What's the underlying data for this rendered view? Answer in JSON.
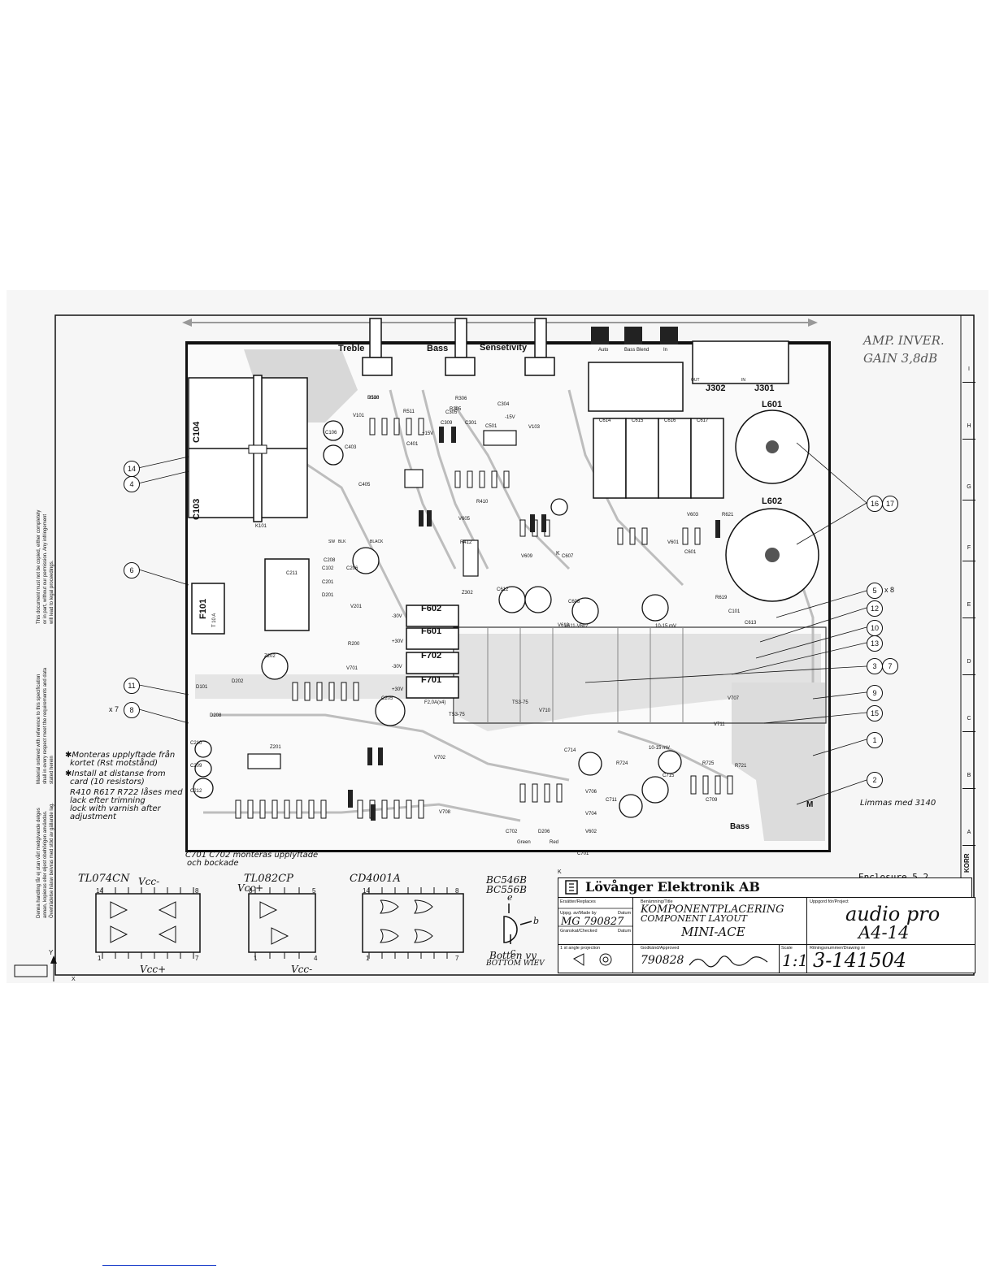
{
  "knobs": {
    "treble": "Treble",
    "bass": "Bass",
    "sensitivity": "Sensetivity",
    "switch_auto": "Auto",
    "switch_bass_blend": "Bass Blend",
    "switch_in": "In"
  },
  "jacks": {
    "j302": "J302",
    "j301": "J301",
    "out": "OUT",
    "in": "IN"
  },
  "coils": {
    "l601": "L601",
    "l602": "L602"
  },
  "capacitors_large": {
    "c104": "C104",
    "c103": "C103",
    "c614": "C614",
    "c615": "C615",
    "c616": "C616",
    "c617": "C617"
  },
  "fuses": {
    "f602": "F602",
    "f601": "F601",
    "f702": "F702",
    "f701": "F701",
    "f101": "F101",
    "fuse_rating": "T 10 A",
    "f2": "F2,0A(x4)"
  },
  "heatsink": {
    "ts1": "TS3-75",
    "ts2": "TS3-75"
  },
  "pcb_labels": [
    "R510",
    "R511",
    "R305",
    "R306",
    "C304",
    "C305",
    "C309",
    "C301",
    "C501",
    "V103",
    "V101",
    "C106",
    "C403",
    "C401",
    "C405",
    "R410",
    "R412",
    "Z302",
    "V605",
    "V609",
    "C607",
    "C612",
    "C608",
    "V611-V607",
    "V610",
    "C613",
    "V710",
    "V707",
    "V711",
    "C714",
    "R724",
    "R725",
    "R721",
    "C715",
    "C709",
    "C711",
    "V706",
    "V704",
    "V708",
    "V702",
    "V701",
    "Z201",
    "Z202",
    "C205",
    "C206",
    "C201",
    "D201",
    "D202",
    "D208",
    "C210",
    "C209",
    "C212",
    "C211",
    "K101",
    "D101",
    "R200",
    "V201",
    "C208",
    "C102",
    "C101",
    "R619",
    "R621",
    "C601",
    "V601",
    "V603",
    "V602",
    "C701",
    "C702",
    "D206",
    "D108"
  ],
  "small_labels": {
    "sw": "SW",
    "blk": "BLK",
    "black": "BLACK",
    "green": "Green",
    "red": "Red",
    "v15_1": "-15V",
    "v15_2": "+15V",
    "v30_1": "-30V",
    "v30_2": "+30V",
    "v30_3": "-30V",
    "v30_4": "+30V",
    "mv1": "10-15 mV",
    "mv2": "10-15 mV",
    "bass_trim": "Bass",
    "m": "M",
    "k1": "K",
    "k2": "K"
  },
  "callouts": [
    {
      "id": "c14",
      "text": "14"
    },
    {
      "id": "c4",
      "text": "4"
    },
    {
      "id": "c6",
      "text": "6"
    },
    {
      "id": "c11",
      "text": "11"
    },
    {
      "id": "c8",
      "text": "8"
    },
    {
      "id": "c16",
      "text": "16"
    },
    {
      "id": "c17",
      "text": "17"
    },
    {
      "id": "c5",
      "text": "5"
    },
    {
      "id": "c12",
      "text": "12"
    },
    {
      "id": "c10",
      "text": "10"
    },
    {
      "id": "c13",
      "text": "13"
    },
    {
      "id": "c3",
      "text": "3"
    },
    {
      "id": "c7",
      "text": "7"
    },
    {
      "id": "c9",
      "text": "9"
    },
    {
      "id": "c15",
      "text": "15"
    },
    {
      "id": "c1",
      "text": "1"
    },
    {
      "id": "c2",
      "text": "2"
    }
  ],
  "callout_multipliers": {
    "x8": "x 8",
    "x7": "x 7"
  },
  "handwritten": {
    "line1": "AMP. INVER.",
    "line2": "GAIN 3,8dB"
  },
  "notes": {
    "n1a": "✱Monteras upplyftade från",
    "n1b": "kortet (Rst motstånd)",
    "n2a": "✱Install at distanse from",
    "n2b": "card (10 resistors)",
    "n3a": "R410 R617 R722 låses med",
    "n3b": "lack efter trimning",
    "n3c": "lock with varnish after",
    "n3d": "adjustment",
    "c701": "C701 C702 monteras upplyftade",
    "c701b": "och bockade",
    "limmas": "Limmas med 3140"
  },
  "enclosure": "Enclosure 5.2",
  "ics": [
    {
      "name": "TL074CN",
      "vcc_top": "Vcc-",
      "vcc_bottom": "Vcc+",
      "pin_tl": "14",
      "pin_tr": "8",
      "pin_bl": "1",
      "pin_br": "7"
    },
    {
      "name": "TL082CP",
      "vcc_top": "Vcc+",
      "vcc_bottom": "Vcc-",
      "pin_tl": "8",
      "pin_tr": "5",
      "pin_bl": "1",
      "pin_br": "4"
    },
    {
      "name": "CD4001A",
      "pin_tl": "14",
      "pin_tr": "8",
      "pin_bl": "1",
      "pin_br": "7"
    }
  ],
  "transistor": {
    "name1": "BC546B",
    "name2": "BC556B",
    "e": "e",
    "b": "b",
    "c": "c",
    "view_sv": "Botten vy",
    "view_en": "BOTTOM WIEV"
  },
  "title_block": {
    "company": "Lövånger Elektronik AB",
    "replaces_label": "Ersätter/Replaces",
    "made_by_label": "Uppg. av/Made by",
    "made_by": "MG 790827",
    "date_label": "Datum",
    "checked_label": "Granskat/Checked",
    "projection_label": "1 st angle projection",
    "title_label": "Benämning/Title",
    "title_sv": "KOMPONENTPLACERING",
    "title_en": "COMPONENT LAYOUT",
    "title_model": "MINI-ACE",
    "approved_label": "Godkänd/Approved",
    "approved": "790828",
    "scale_label": "Scale",
    "scale": "1:1",
    "project_label": "Uppgord för/Project",
    "project_brand": "audio pro",
    "project_model": "A4-14",
    "drawing_no_label": "Ritningsnummer/Drawing nr",
    "drawing_no": "3-141504",
    "korr": "KORR"
  },
  "zone_letters": [
    "I",
    "H",
    "G",
    "F",
    "E",
    "D",
    "C",
    "B",
    "A"
  ],
  "axis": {
    "y": "Y",
    "x": "X"
  },
  "copyright": {
    "l1": "Denna handling får ej utan vårt medgivande delges",
    "l2": "annan, kopieras eller eljest obehörigen användas.",
    "l3": "Överträdelse härav beivras med stöd av gällande lag.",
    "l4": "Material ordered with reference to this specification",
    "l5": "shall in every respect meet the requirements and data",
    "l6": "stated herein",
    "l7": "This document must not be copied, either completely",
    "l8": "or in part, without our permission. Any infringement",
    "l9": "will lead to legal proceedings."
  },
  "colors": {
    "ink": "#111111",
    "paper": "#f6f6f6",
    "trace": "#cfcfcf"
  }
}
